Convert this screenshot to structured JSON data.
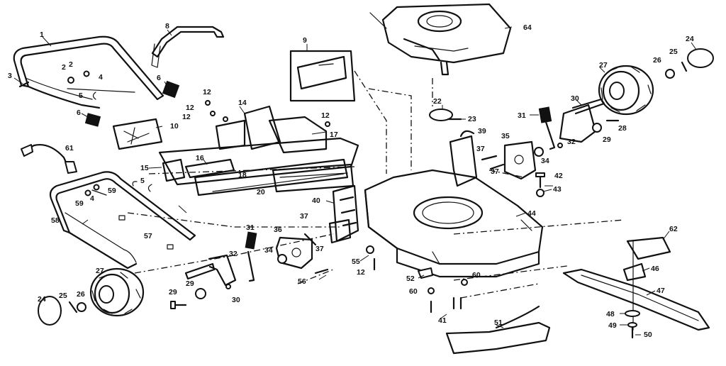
{
  "callouts": [
    {
      "id": "1",
      "text": "1"
    },
    {
      "id": "2a",
      "text": "2"
    },
    {
      "id": "2b",
      "text": "2"
    },
    {
      "id": "3",
      "text": "3"
    },
    {
      "id": "4a",
      "text": "4"
    },
    {
      "id": "4b",
      "text": "4"
    },
    {
      "id": "5a",
      "text": "5"
    },
    {
      "id": "5b",
      "text": "5"
    },
    {
      "id": "6a",
      "text": "6"
    },
    {
      "id": "6b",
      "text": "6"
    },
    {
      "id": "8",
      "text": "8"
    },
    {
      "id": "9",
      "text": "9"
    },
    {
      "id": "10",
      "text": "10"
    },
    {
      "id": "12a",
      "text": "12"
    },
    {
      "id": "12b",
      "text": "12"
    },
    {
      "id": "12c",
      "text": "12"
    },
    {
      "id": "12d",
      "text": "12"
    },
    {
      "id": "12e",
      "text": "12"
    },
    {
      "id": "14",
      "text": "14"
    },
    {
      "id": "15",
      "text": "15"
    },
    {
      "id": "16",
      "text": "16"
    },
    {
      "id": "17",
      "text": "17"
    },
    {
      "id": "18",
      "text": "18"
    },
    {
      "id": "20",
      "text": "20"
    },
    {
      "id": "22",
      "text": "22"
    },
    {
      "id": "23",
      "text": "23"
    },
    {
      "id": "24a",
      "text": "24"
    },
    {
      "id": "24b",
      "text": "24"
    },
    {
      "id": "25a",
      "text": "25"
    },
    {
      "id": "25b",
      "text": "25"
    },
    {
      "id": "26a",
      "text": "26"
    },
    {
      "id": "26b",
      "text": "26"
    },
    {
      "id": "27a",
      "text": "27"
    },
    {
      "id": "27b",
      "text": "27"
    },
    {
      "id": "28",
      "text": "28"
    },
    {
      "id": "29a",
      "text": "29"
    },
    {
      "id": "29b",
      "text": "29"
    },
    {
      "id": "29c",
      "text": "29"
    },
    {
      "id": "30a",
      "text": "30"
    },
    {
      "id": "30b",
      "text": "30"
    },
    {
      "id": "31a",
      "text": "31"
    },
    {
      "id": "31b",
      "text": "31"
    },
    {
      "id": "32a",
      "text": "32"
    },
    {
      "id": "32b",
      "text": "32"
    },
    {
      "id": "34a",
      "text": "34"
    },
    {
      "id": "34b",
      "text": "34"
    },
    {
      "id": "35",
      "text": "35"
    },
    {
      "id": "36",
      "text": "36"
    },
    {
      "id": "37a",
      "text": "37"
    },
    {
      "id": "37b",
      "text": "37"
    },
    {
      "id": "37c",
      "text": "37"
    },
    {
      "id": "37d",
      "text": "37"
    },
    {
      "id": "39",
      "text": "39"
    },
    {
      "id": "40",
      "text": "40"
    },
    {
      "id": "41",
      "text": "41"
    },
    {
      "id": "42",
      "text": "42"
    },
    {
      "id": "43",
      "text": "43"
    },
    {
      "id": "44",
      "text": "44"
    },
    {
      "id": "46",
      "text": "46"
    },
    {
      "id": "47",
      "text": "47"
    },
    {
      "id": "48",
      "text": "48"
    },
    {
      "id": "49",
      "text": "49"
    },
    {
      "id": "50",
      "text": "50"
    },
    {
      "id": "51",
      "text": "51"
    },
    {
      "id": "52",
      "text": "52"
    },
    {
      "id": "55",
      "text": "55"
    },
    {
      "id": "56",
      "text": "56"
    },
    {
      "id": "57",
      "text": "57"
    },
    {
      "id": "58",
      "text": "58"
    },
    {
      "id": "59a",
      "text": "59"
    },
    {
      "id": "59b",
      "text": "59"
    },
    {
      "id": "60a",
      "text": "60"
    },
    {
      "id": "60b",
      "text": "60"
    },
    {
      "id": "61",
      "text": "61"
    },
    {
      "id": "62",
      "text": "62"
    },
    {
      "id": "64",
      "text": "64"
    }
  ]
}
